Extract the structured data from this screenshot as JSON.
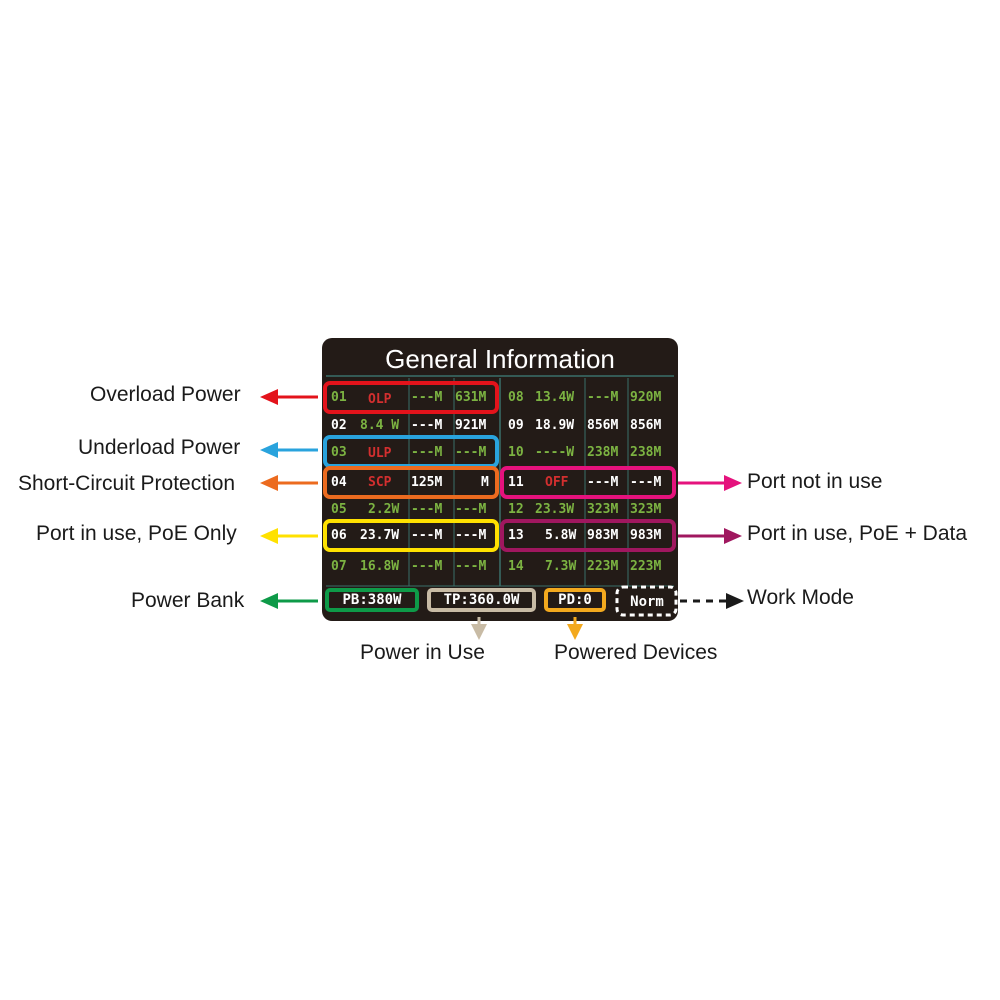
{
  "panel": {
    "title": "General Information",
    "left_rows": [
      {
        "port": "01",
        "power": "OLP",
        "c1": "---M",
        "c2": "631M",
        "style": [
          "g",
          "r",
          "g",
          "g"
        ]
      },
      {
        "port": "02",
        "power": "8.4 W",
        "c1": "---M",
        "c2": "921M",
        "style": [
          "w",
          "g",
          "w",
          "w"
        ]
      },
      {
        "port": "03",
        "power": "ULP",
        "c1": "---M",
        "c2": "---M",
        "style": [
          "g",
          "r",
          "g",
          "g"
        ]
      },
      {
        "port": "04",
        "power": "SCP",
        "c1": "125M",
        "c2": "M",
        "style": [
          "w",
          "r",
          "w",
          "w"
        ]
      },
      {
        "port": "05",
        "power": "2.2W",
        "c1": "---M",
        "c2": "---M",
        "style": [
          "g",
          "g",
          "g",
          "g"
        ]
      },
      {
        "port": "06",
        "power": "23.7W",
        "c1": "---M",
        "c2": "---M",
        "style": [
          "w",
          "w",
          "w",
          "w"
        ]
      },
      {
        "port": "07",
        "power": "16.8W",
        "c1": "---M",
        "c2": "---M",
        "style": [
          "g",
          "g",
          "g",
          "g"
        ]
      }
    ],
    "right_rows": [
      {
        "port": "08",
        "power": "13.4W",
        "c1": "---M",
        "c2": "920M",
        "style": [
          "g",
          "g",
          "g",
          "g"
        ]
      },
      {
        "port": "09",
        "power": "18.9W",
        "c1": "856M",
        "c2": "856M",
        "style": [
          "w",
          "w",
          "w",
          "w"
        ]
      },
      {
        "port": "10",
        "power": "----W",
        "c1": "238M",
        "c2": "238M",
        "style": [
          "g",
          "g",
          "g",
          "g"
        ]
      },
      {
        "port": "11",
        "power": "OFF",
        "c1": "---M",
        "c2": "---M",
        "style": [
          "w",
          "r",
          "w",
          "w"
        ]
      },
      {
        "port": "12",
        "power": "23.3W",
        "c1": "323M",
        "c2": "323M",
        "style": [
          "g",
          "g",
          "g",
          "g"
        ]
      },
      {
        "port": "13",
        "power": "5.8W",
        "c1": "983M",
        "c2": "983M",
        "style": [
          "w",
          "w",
          "w",
          "w"
        ]
      },
      {
        "port": "14",
        "power": "7.3W",
        "c1": "223M",
        "c2": "223M",
        "style": [
          "g",
          "g",
          "g",
          "g"
        ]
      }
    ],
    "status": {
      "pb": "PB:380W",
      "tp": "TP:360.0W",
      "pd": "PD:0",
      "mode": "Norm"
    }
  },
  "labels": {
    "overload": "Overload Power",
    "underload": "Underload Power",
    "short_circuit": "Short-Circuit Protection",
    "poe_only": "Port in use, PoE Only",
    "power_bank": "Power Bank",
    "not_in_use": "Port not in use",
    "poe_data": "Port in use, PoE + Data",
    "work_mode": "Work Mode",
    "power_in_use": "Power in Use",
    "powered_devices": "Powered Devices"
  },
  "colors": {
    "red": "#e3131b",
    "blue": "#29a3dd",
    "orange": "#ec6b1f",
    "yellow": "#ffe100",
    "green": "#0e9a48",
    "magenta": "#e5127d",
    "purple": "#a0175f",
    "tan": "#c8bba5",
    "gold": "#f3a91e",
    "panel_bg": "#231b17",
    "text_green": "#7cb342",
    "text_red": "#d32f2f"
  },
  "icons": [
    "arrow-left-icon",
    "arrow-right-icon",
    "arrow-down-icon",
    "dashed-arrow-right-icon"
  ]
}
